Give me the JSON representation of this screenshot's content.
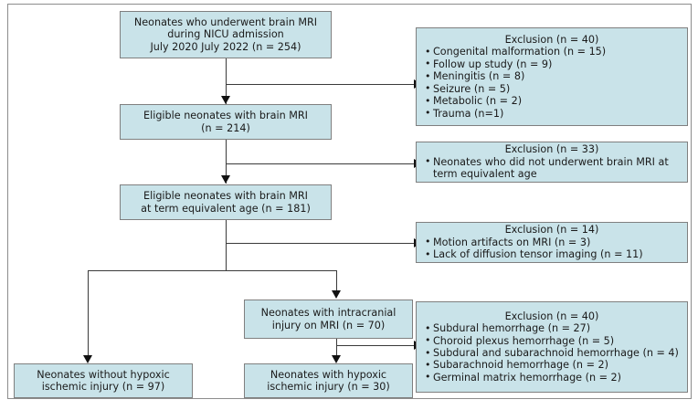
{
  "figure": {
    "kind": "study-flow-diagram",
    "fill_color": "#c9e3e9",
    "border_color": "#7f7f7f",
    "line_color": "#3a3a3a"
  },
  "nodes": {
    "screened": {
      "lines": [
        "Neonates who underwent brain MRI",
        "during NICU admission",
        "July 2020 July 2022 (n = 254)"
      ]
    },
    "eligible_mri": {
      "lines": [
        "Eligible neonates with brain MRI",
        "(n = 214)"
      ]
    },
    "eligible_tea": {
      "lines": [
        "Eligible neonates with brain MRI",
        "at term equivalent age (n = 181)"
      ]
    },
    "intracranial": {
      "lines": [
        "Neonates with intracranial",
        "injury on MRI (n = 70)"
      ]
    },
    "without_hie": {
      "lines": [
        "Neonates without hypoxic",
        "ischemic injury (n = 97)"
      ]
    },
    "with_hie": {
      "lines": [
        "Neonates with hypoxic",
        "ischemic injury (n = 30)"
      ]
    }
  },
  "exclusions": {
    "first": {
      "title": "Exclusion (n = 40)",
      "items": [
        "Congenital malformation (n = 15)",
        "Follow up study (n = 9)",
        "Meningitis (n = 8)",
        "Seizure (n = 5)",
        "Metabolic (n = 2)",
        "Trauma (n=1)"
      ]
    },
    "second": {
      "title": "Exclusion (n = 33)",
      "items": [
        "Neonates who did not underwent brain MRI at term equivalent age"
      ]
    },
    "third": {
      "title": "Exclusion (n = 14)",
      "items": [
        "Motion artifacts on MRI (n = 3)",
        "Lack of diffusion tensor imaging (n = 11)"
      ]
    },
    "fourth": {
      "title": "Exclusion (n = 40)",
      "items": [
        "Subdural hemorrhage (n = 27)",
        "Choroid plexus hemorrhage (n = 5)",
        "Subdural and subarachnoid hemorrhage (n = 4)",
        "Subarachnoid hemorrhage (n = 2)",
        "Germinal matrix hemorrhage (n = 2)"
      ]
    }
  },
  "bullet_glyph": "•"
}
